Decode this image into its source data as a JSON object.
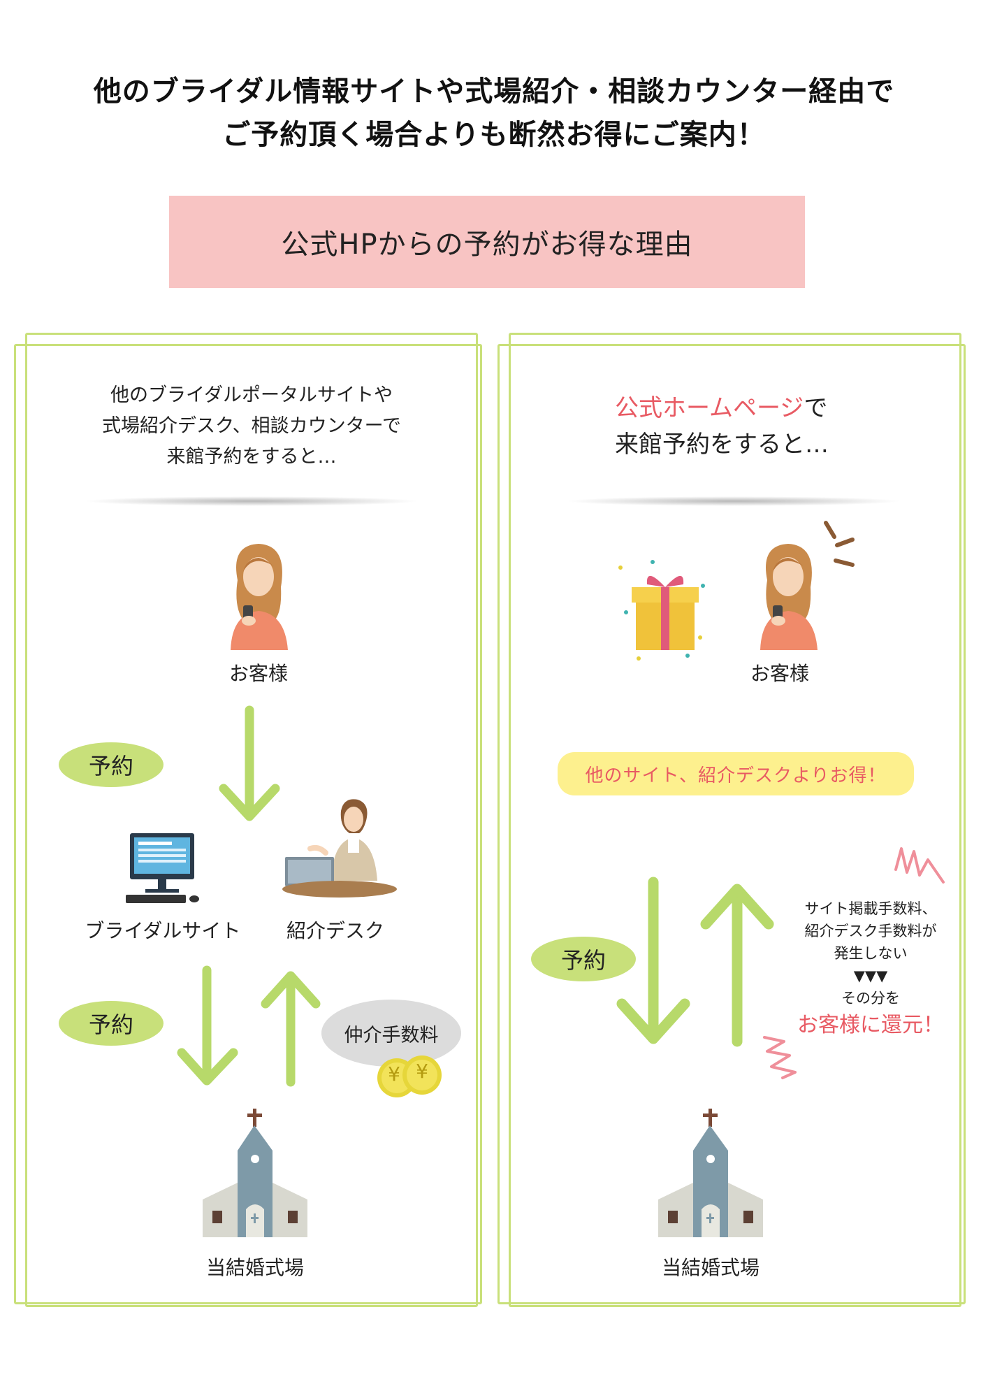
{
  "headline": {
    "line1": "他のブライダル情報サイトや式場紹介・相談カウンター経由で",
    "line2": "ご予約頂く場合よりも断然お得にご案内！"
  },
  "banner": {
    "title": "公式HPからの予約がお得な理由"
  },
  "left": {
    "intro": [
      "他のブライダルポータルサイトや",
      "式場紹介デスク、相談カウンターで",
      "来館予約をすると…"
    ],
    "customer_label": "お客様",
    "reserve_label_1": "予約",
    "bridal_site_label": "ブライダルサイト",
    "desk_label": "紹介デスク",
    "reserve_label_2": "予約",
    "fee_label": "仲介手数料",
    "coin_symbol": "¥",
    "venue_label": "当結婚式場"
  },
  "right": {
    "intro_highlight": "公式ホームページ",
    "intro_rest": "で",
    "intro_line2": "来館予約をすると…",
    "customer_label": "お客様",
    "benefit_banner": "他のサイト、紹介デスクよりお得！",
    "reserve_label": "予約",
    "note_lines": [
      "サイト掲載手数料、",
      "紹介デスク手数料が",
      "発生しない",
      "▼▼▼",
      "その分を"
    ],
    "return_text": "お客様に還元！",
    "venue_label": "当結婚式場"
  },
  "colors": {
    "banner_pink": "#f8c4c3",
    "frame_green": "#c9e07a",
    "arrow_green": "#b7d96a",
    "pill_green": "#c8e07a",
    "accent_pink": "#e85a63",
    "yellow": "#fdf08e"
  }
}
